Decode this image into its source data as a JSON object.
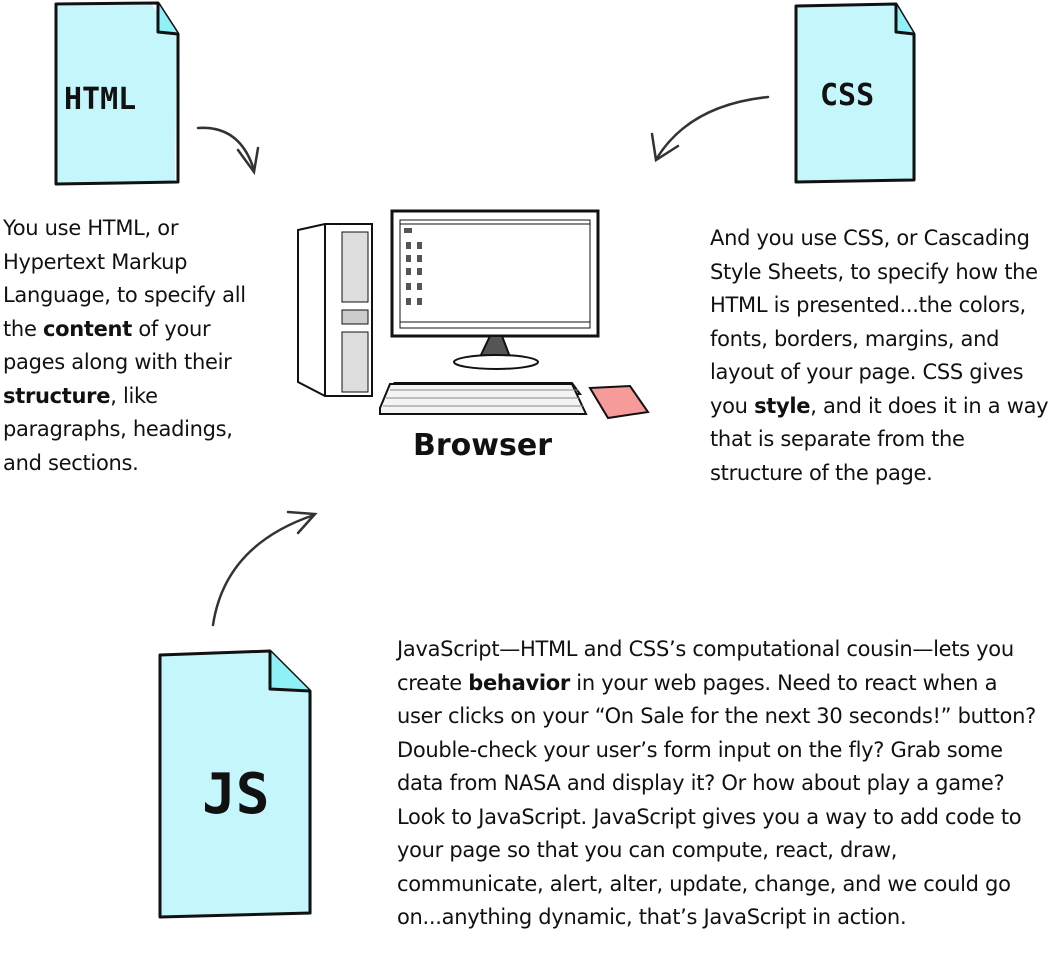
{
  "docs": {
    "html": {
      "label": "HTML"
    },
    "css": {
      "label": "CSS"
    },
    "js": {
      "label": "JS"
    }
  },
  "colors": {
    "doc_fill": "#c4f6fb",
    "doc_fold": "#8ff0f7",
    "trackpad": "#f79a9a"
  },
  "browser_label": "Browser",
  "html_text": {
    "p1": "You use HTML, or Hypertext Markup Language, to specify all the ",
    "b1": "content",
    "p2": " of your pages along with their ",
    "b2": "structure",
    "p3": ", like paragraphs, headings, and sections."
  },
  "css_text": {
    "p1": "And you use CSS, or Cascading Style Sheets, to specify how the HTML is presented...the colors, fonts, borders, margins, and layout of your page. CSS gives you ",
    "b1": "style",
    "p2": ", and it does it in a way that is separate from the structure of the page."
  },
  "js_text": {
    "p1": "JavaScript—HTML and CSS’s computational cousin—lets you create ",
    "b1": "behavior",
    "p2": " in your web pages. Need to react when a user clicks on your “On Sale for the next 30 seconds!” button? Double-check your user’s form input on the fly? Grab some data from NASA and display it? Or how about play a game? Look to JavaScript. JavaScript gives you a way to add code to your page so that you can compute, react, draw, communicate, alert, alter, update, change, and we could go on...anything dynamic, that’s JavaScript in action."
  }
}
